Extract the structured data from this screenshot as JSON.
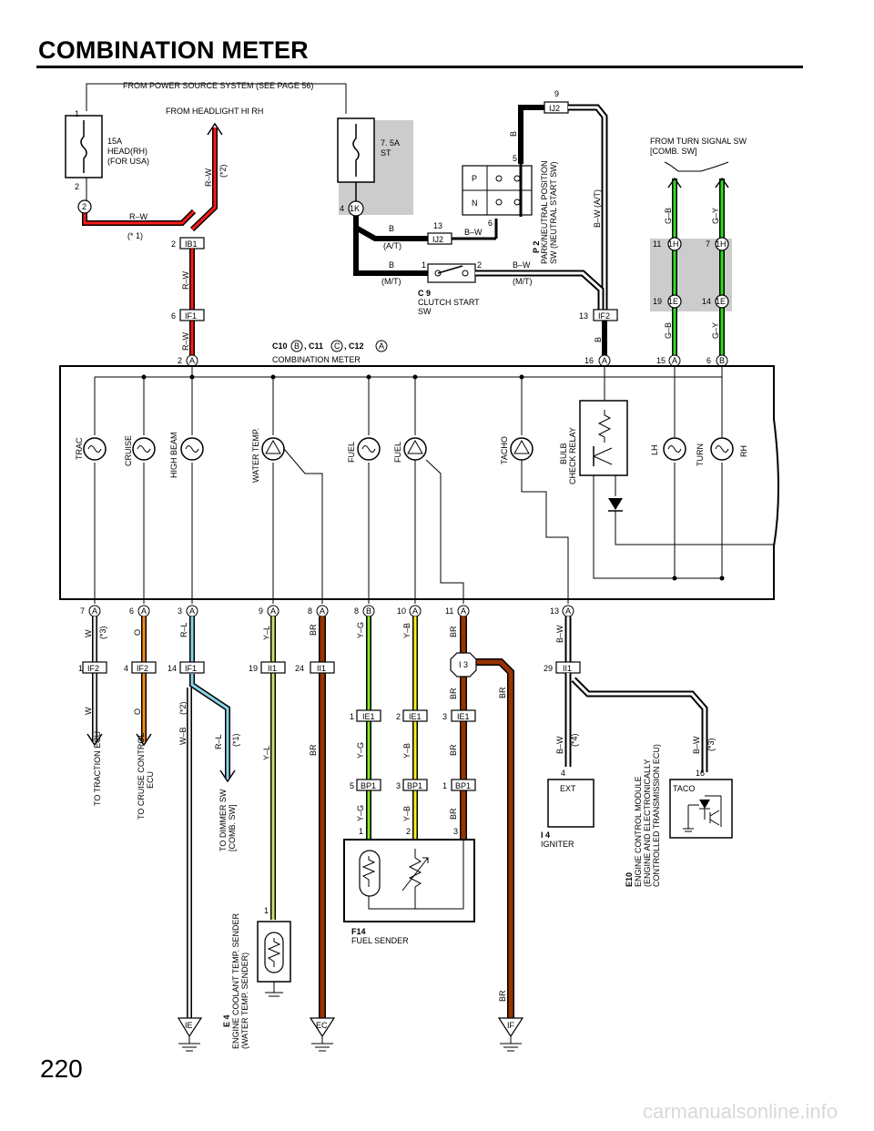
{
  "title": "COMBINATION METER",
  "page_number": "220",
  "watermark": "carmanualsonline.info",
  "header_notes": {
    "power_source": "FROM POWER SOURCE SYSTEM (SEE PAGE 56)",
    "headlight": "FROM HEADLIGHT HI RH",
    "turn_signal_1": "FROM TURN SIGNAL SW",
    "turn_signal_2": "[COMB.  SW]"
  },
  "fuses": {
    "head_1": "15A",
    "head_2": "HEAD(RH)",
    "head_3": "(FOR USA)",
    "st_1": "7. 5A",
    "st_2": "ST"
  },
  "meter": {
    "heading": "COMBINATION METER",
    "c10": "C10",
    "c11": ", C11",
    "c12": ", C12",
    "conn_b": "B",
    "conn_c": "C",
    "conn_a": "A",
    "gauges": {
      "trac": "TRAC",
      "cruise": "CRUISE",
      "high_beam": "HIGH BEAM",
      "water_temp": "WATER TEMP.",
      "fuel_1": "FUEL",
      "fuel_2": "FUEL",
      "tacho": "TACHO",
      "bulb_1": "BULB",
      "bulb_2": "CHECK RELAY",
      "lh": "LH",
      "turn": "TURN",
      "rh": "RH"
    }
  },
  "components": {
    "p2_code": "P 2",
    "p2_1": "PARK/NEUTRAL POSITION",
    "p2_2": "SW (NEUTRAL START SW)",
    "p_letter": "P",
    "n_letter": "N",
    "c9_code": "C 9",
    "c9_1": "CLUTCH START",
    "c9_2": "SW",
    "e4_code": "E 4",
    "e4_1": "ENGINE COOLANT TEMP.  SENDER",
    "e4_2": "(WATER TEMP.  SENDER)",
    "f14_code": "F14",
    "f14_1": "FUEL SENDER",
    "i4_code": "I 4",
    "i4_1": "IGNITER",
    "ext": "EXT",
    "e10_code": "E10",
    "e10_1": "ENGINE CONTROL MODULE",
    "e10_2": "(ENGINE AND ELECTRONICALLY",
    "e10_3": "CONTROLLED TRANSMISSION ECU)",
    "taco": "TACO",
    "i3": "I 3"
  },
  "destinations": {
    "traction": "TO TRACTION ECU",
    "cruise_1": "TO CRUISE CONTROL",
    "cruise_2": "ECU",
    "dimmer_1": "TO DIMMER SW",
    "dimmer_2": "[COMB.  SW]"
  },
  "grounds": {
    "ie": "IE",
    "ec": "EC",
    "if": "IF"
  },
  "connectors": {
    "ib1": "IB1",
    "if1": "IF1",
    "if2": "IF2",
    "ij2": "IJ2",
    "ii1": "II1",
    "ie1": "IE1",
    "bp1": "BP1",
    "c1k": "1K",
    "c2": "2",
    "c1h": "1H",
    "c1e": "1E",
    "a": "A",
    "b": "B"
  },
  "wire_labels": {
    "rw": "R–W",
    "b": "B",
    "bw": "B–W",
    "bw_at": "B–W  (A/T)",
    "gb": "G–B",
    "gy": "G–Y",
    "w": "W",
    "o": "O",
    "rl": "R–L",
    "wb": "W–B",
    "yl": "Y–L",
    "br": "BR",
    "yg": "Y–G",
    "yb": "Y–B"
  },
  "notes": {
    "n1": "(* 1)",
    "n1b": "(*1)",
    "n2": "(*2)",
    "n3": "(*3)",
    "n4": "(*4)",
    "at": "(A/T)",
    "mt": "(M/T)"
  },
  "pins": {
    "p1": "1",
    "p2": "2",
    "p3": "3",
    "p4": "4",
    "p5": "5",
    "p6": "6",
    "p7": "7",
    "p8": "8",
    "p9": "9",
    "p10": "10",
    "p11": "11",
    "p13": "13",
    "p14": "14",
    "p15": "15",
    "p16": "16",
    "p19": "19",
    "p24": "24",
    "p29": "29"
  },
  "colors": {
    "red": "#ff1a1a",
    "white_wire": "#d9d9d9",
    "orange": "#ff8c1a",
    "green": "#33dd22",
    "yellow": "#ffee22",
    "brown": "#993300",
    "blue": "#8ad4e8",
    "shade": "#cccccc",
    "black": "#000000"
  }
}
